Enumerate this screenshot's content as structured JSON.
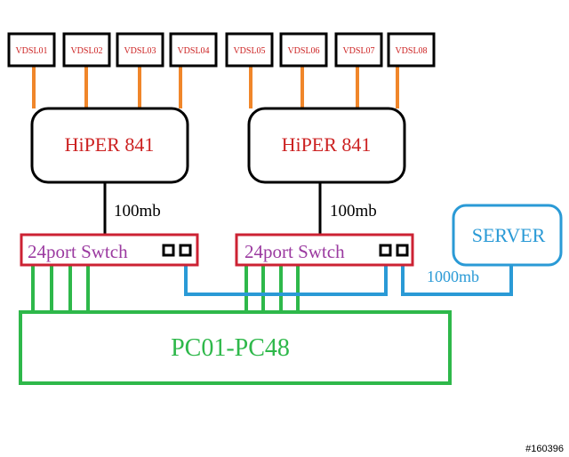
{
  "vdsl": [
    "VDSL01",
    "VDSL02",
    "VDSL03",
    "VDSL04",
    "VDSL05",
    "VDSL06",
    "VDSL07",
    "VDSL08"
  ],
  "routers": [
    {
      "label": "HiPER 841",
      "uplink_label": "100mb"
    },
    {
      "label": "HiPER 841",
      "uplink_label": "100mb"
    }
  ],
  "switches": [
    {
      "label": "24port Swtch"
    },
    {
      "label": "24port Swtch"
    }
  ],
  "server": {
    "label": "SERVER",
    "link_label": "1000mb"
  },
  "pcs": {
    "label": "PC01-PC48"
  },
  "watermark": "#160396",
  "colors": {
    "vdsl_text": "#cc2222",
    "router_text": "#cc2222",
    "orange_link": "#f0862a",
    "switch_border": "#cc2233",
    "switch_text": "#9b3aa0",
    "blue_link": "#2a9ad6",
    "server_color": "#2a9ad6",
    "green": "#2eb84a",
    "black": "#000000"
  }
}
